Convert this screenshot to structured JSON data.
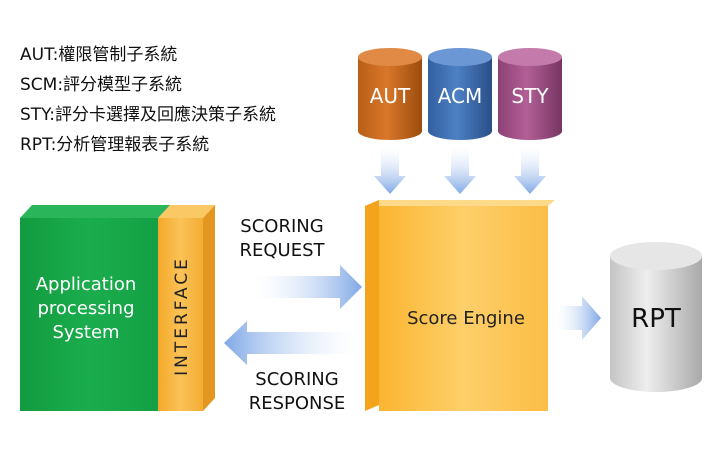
{
  "legend": [
    "AUT:權限管制子系統",
    "SCM:評分模型子系統",
    "STY:評分卡選擇及回應決策子系統",
    "RPT:分析管理報表子系統"
  ],
  "databases": [
    {
      "label": "AUT",
      "color": "#c8681a"
    },
    {
      "label": "ACM",
      "color": "#3d6fb5"
    },
    {
      "label": "STY",
      "color": "#a14f86"
    }
  ],
  "application": {
    "line1": "Application",
    "line2": "processing",
    "line3": "System",
    "color": "#16a34a"
  },
  "interface": {
    "label": "INTERFACE",
    "color": "#f6b73a"
  },
  "request": {
    "line1": "SCORING",
    "line2": "REQUEST"
  },
  "response": {
    "line1": "SCORING",
    "line2": "RESPONSE"
  },
  "engine": {
    "label": "Score Engine",
    "color": "#fdbf45"
  },
  "rpt": {
    "label": "RPT",
    "color": "#d4d4d4"
  },
  "arrow_color": "#8fb4e8"
}
